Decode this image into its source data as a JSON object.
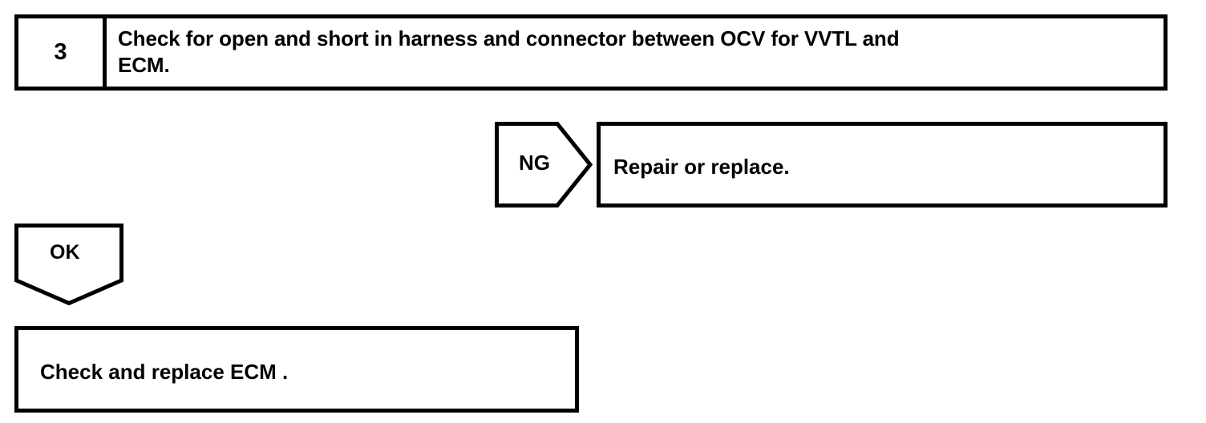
{
  "diagram": {
    "type": "troubleshooting-flowchart",
    "colors": {
      "line": "#000000",
      "background": "#ffffff",
      "text": "#000000"
    },
    "step": {
      "number": "3",
      "description": "Check for open and short in harness and connector between OCV for VVTL and\nECM."
    },
    "branches": {
      "ng": {
        "label": "NG",
        "shape": "pentagon-arrow-right",
        "result_label": "Repair or replace."
      },
      "ok": {
        "label": "OK",
        "shape": "pentagon-arrow-down",
        "result_label": "Check and replace ECM ."
      }
    }
  }
}
